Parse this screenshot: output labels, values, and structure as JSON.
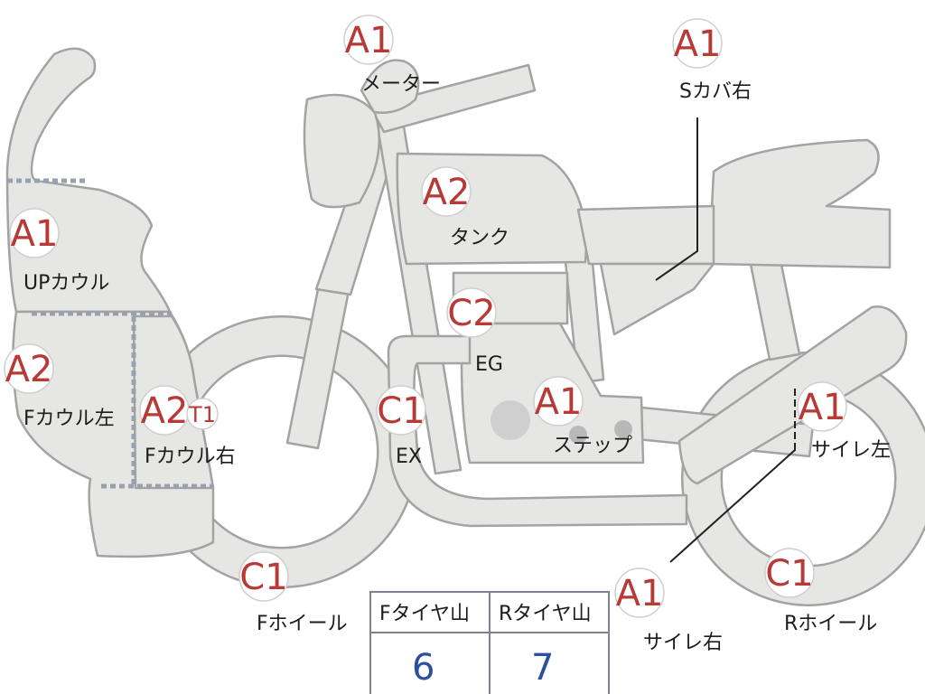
{
  "badges": {
    "meter": "A1",
    "side_cover_right": "A1",
    "tank": "A2",
    "up_cowl": "A1",
    "f_cowl_left": "A2",
    "f_cowl_right": "A2",
    "f_cowl_right_extra": "T1",
    "engine": "C2",
    "exhaust": "C1",
    "step": "A1",
    "silencer_left": "A1",
    "f_wheel": "C1",
    "silencer_right": "A1",
    "r_wheel": "C1"
  },
  "labels": {
    "meter": "メーター",
    "side_cover_right": "Sカバ右",
    "tank": "タンク",
    "up_cowl": "UPカウル",
    "f_cowl_left": "Fカウル左",
    "f_cowl_right": "Fカウル右",
    "engine": "EG",
    "exhaust": "EX",
    "step": "ステップ",
    "silencer_left": "サイレ左",
    "f_wheel": "Fホイール",
    "silencer_right": "サイレ右",
    "r_wheel": "Rホイール"
  },
  "tire_table": {
    "headers": [
      "Fタイヤ山",
      "Rタイヤ山"
    ],
    "values": [
      "6",
      "7"
    ]
  },
  "colors": {
    "body_fill": "#e6e6e4",
    "outline": "#a3a3a3",
    "badge_text": "#b83a36",
    "value_text": "#2a4f9c"
  }
}
